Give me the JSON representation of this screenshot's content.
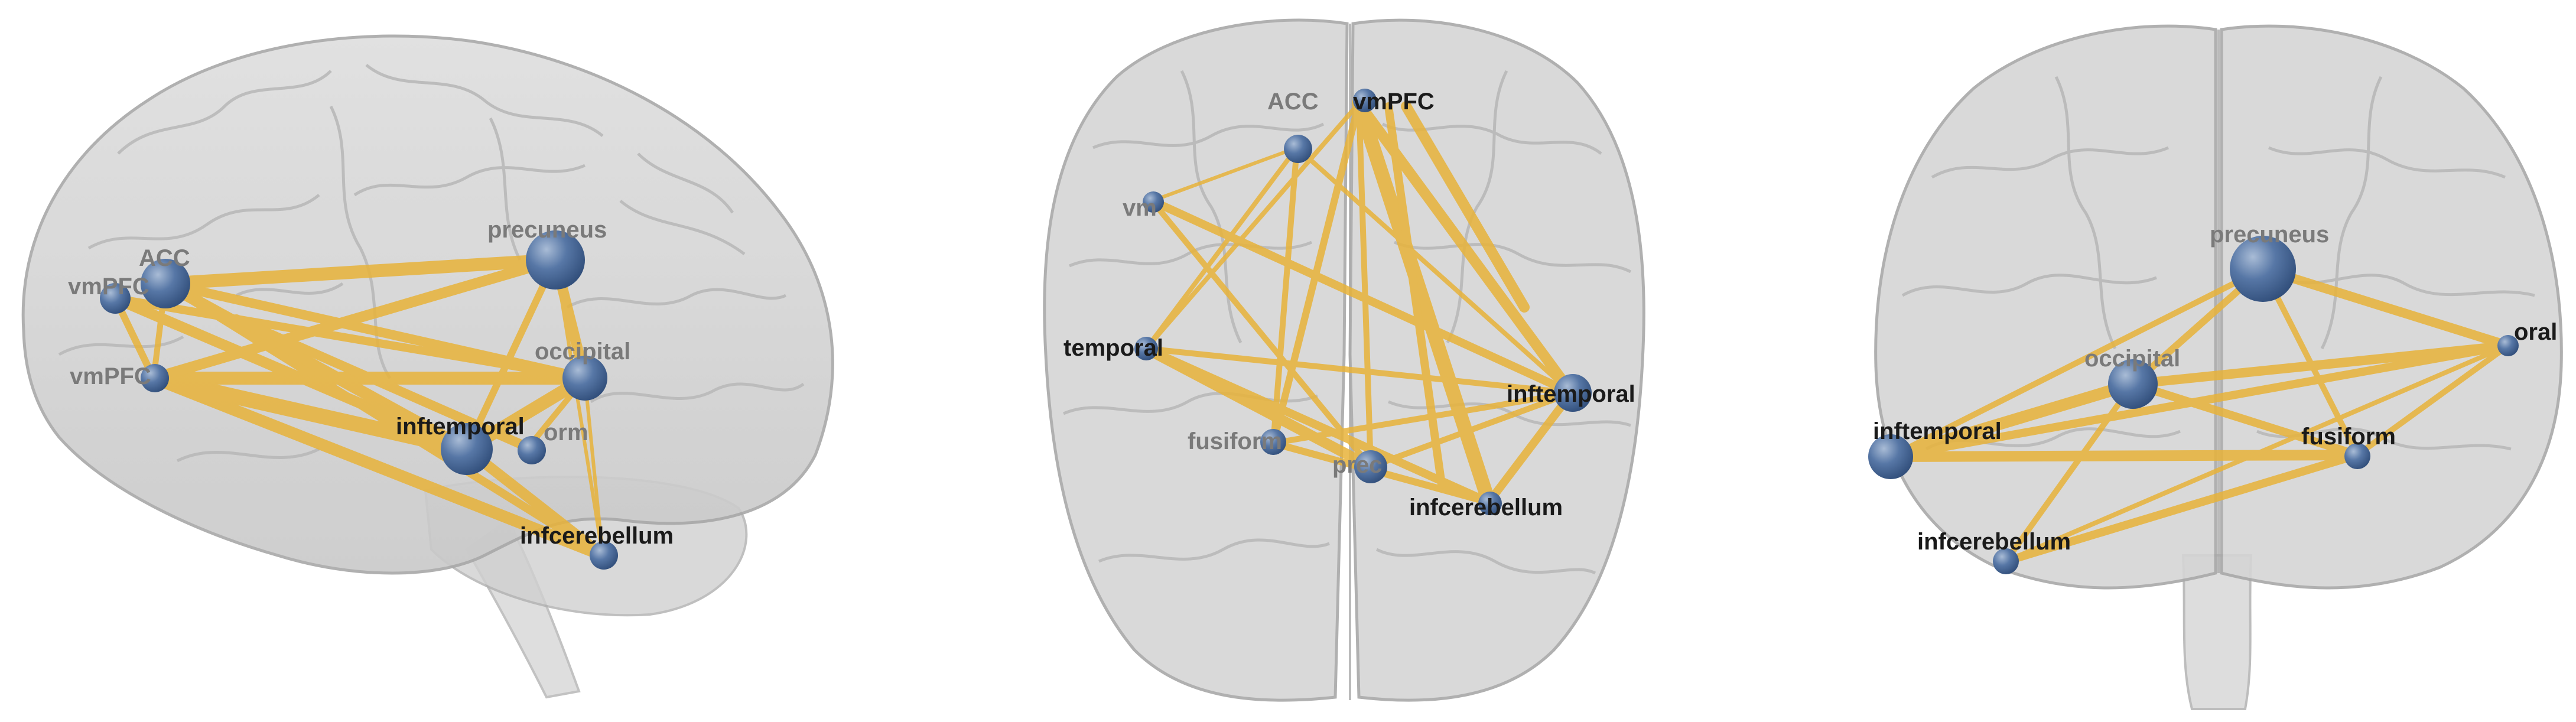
{
  "colors": {
    "background": "#ffffff",
    "brain_fill": "#d3d3d3",
    "brain_outline": "#a6a6a6",
    "node": "#4f73a3",
    "node_highlight": "#9ab1d0",
    "edge": "#e8b33a"
  },
  "views": [
    {
      "id": "sagittal",
      "labels": [
        {
          "text": "ACC",
          "node": "ACC",
          "strong": false
        },
        {
          "text": "vmPFC",
          "node": "vmPFC1",
          "strong": false
        },
        {
          "text": "vmPFC",
          "node": "vmPFC2",
          "strong": false
        },
        {
          "text": "precuneus",
          "node": "precuneus",
          "strong": false
        },
        {
          "text": "occipital",
          "node": "occipital",
          "strong": false
        },
        {
          "text": "inftemporal",
          "node": "inftemporal",
          "strong": true
        },
        {
          "text": "orm",
          "node": "fusiform",
          "strong": false
        },
        {
          "text": "infcerebellum",
          "node": "infcerebellum",
          "strong": true
        }
      ]
    },
    {
      "id": "axial",
      "labels": [
        {
          "text": "vmPFC",
          "node": "vmPFC",
          "strong": true
        },
        {
          "text": "ACC",
          "node": "ACC",
          "strong": false
        },
        {
          "text": "vm",
          "node": "vmPFC2",
          "strong": false
        },
        {
          "text": "temporal",
          "node": "temporal",
          "strong": true
        },
        {
          "text": "inftemporal",
          "node": "inftemporal",
          "strong": true
        },
        {
          "text": "fusiform",
          "node": "fusiform",
          "strong": false
        },
        {
          "text": "prec",
          "node": "precuneus",
          "strong": false
        },
        {
          "text": "infcerebellum",
          "node": "infcerebellum",
          "strong": true
        }
      ]
    },
    {
      "id": "coronal",
      "labels": [
        {
          "text": "precuneus",
          "node": "precuneus",
          "strong": false
        },
        {
          "text": "occipital",
          "node": "occipital",
          "strong": false
        },
        {
          "text": "oral",
          "node": "temporal",
          "strong": true
        },
        {
          "text": "inftemporal",
          "node": "inftemporal",
          "strong": true
        },
        {
          "text": "fusiform",
          "node": "fusiform",
          "strong": true
        },
        {
          "text": "infcerebellum",
          "node": "infcerebellum",
          "strong": true
        }
      ]
    }
  ]
}
